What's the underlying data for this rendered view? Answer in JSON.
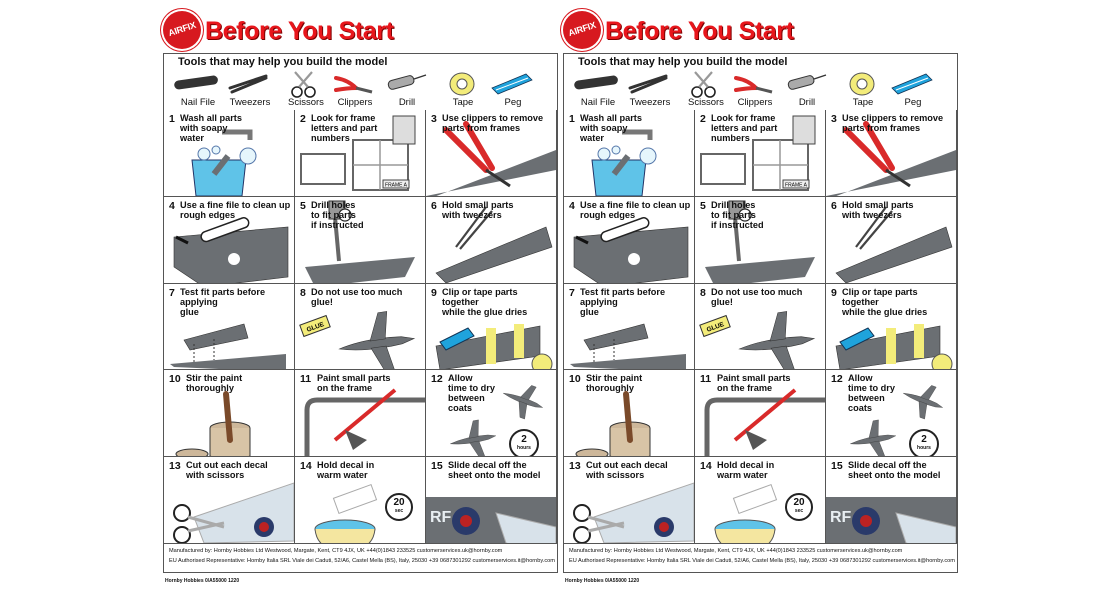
{
  "header": {
    "logo_text": "AIRFIX",
    "title": "Before You Start"
  },
  "tools": {
    "title": "Tools that may help you build the model",
    "items": [
      {
        "label": "Nail File",
        "icon": "nail-file-icon"
      },
      {
        "label": "Tweezers",
        "icon": "tweezers-icon"
      },
      {
        "label": "Scissors",
        "icon": "scissors-icon"
      },
      {
        "label": "Clippers",
        "icon": "clippers-icon"
      },
      {
        "label": "Drill",
        "icon": "drill-icon"
      },
      {
        "label": "Tape",
        "icon": "tape-icon"
      },
      {
        "label": "Peg",
        "icon": "peg-icon"
      }
    ]
  },
  "steps": [
    {
      "num": "1",
      "text": "Wash all parts\nwith soapy\nwater"
    },
    {
      "num": "2",
      "text": "Look for frame\nletters and part\nnumbers",
      "frame_label": "FRAME A"
    },
    {
      "num": "3",
      "text": "Use clippers to remove\nparts from frames"
    },
    {
      "num": "4",
      "text": "Use a fine file to clean up\nrough edges"
    },
    {
      "num": "5",
      "text": "Drill holes\nto fit parts\nif instructed"
    },
    {
      "num": "6",
      "text": "Hold small parts\nwith tweezers"
    },
    {
      "num": "7",
      "text": "Test fit parts before\napplying\nglue"
    },
    {
      "num": "8",
      "text": "Do not use too much glue!",
      "glue_label": "GLUE"
    },
    {
      "num": "9",
      "text": "Clip or tape parts together\nwhile the glue dries"
    },
    {
      "num": "10",
      "text": "Stir the paint\nthoroughly"
    },
    {
      "num": "11",
      "text": "Paint small parts\non the frame"
    },
    {
      "num": "12",
      "text": "Allow\ntime to dry\nbetween\ncoats",
      "timer_value": "2",
      "timer_unit": "hours"
    },
    {
      "num": "13",
      "text": "Cut out each decal\nwith scissors"
    },
    {
      "num": "14",
      "text": "Hold decal in\nwarm water",
      "timer_value": "20",
      "timer_unit": "sec"
    },
    {
      "num": "15",
      "text": "Slide decal off the\nsheet onto the model",
      "decal_letters": "RF"
    }
  ],
  "footer": {
    "line1": "Manufactured by: Hornby Hobbies Ltd Westwood, Margate, Kent, CT9 4JX, UK +44(0)1843 233525 customerservices.uk@hornby.com",
    "line2": "EU Authorised Representative: Hornby Italia SRL Viale dei Caduti, 52/A6, Castel Mella (BS), Italy, 25030 +39 0687301292 customerservices.it@hornby.com"
  },
  "code": "Hornby Hobbies 0/A55000 1220",
  "colors": {
    "brand_red": "#e8161c",
    "model_grey": "#6b6f73",
    "water_blue": "#5fc3e8",
    "tape_yellow": "#f3ec7a",
    "peg_blue": "#1fa3dc",
    "clipper_red": "#d92a2a"
  }
}
